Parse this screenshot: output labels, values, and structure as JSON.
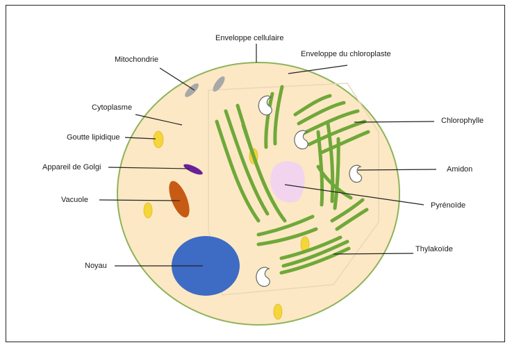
{
  "labels": {
    "enveloppe_cellulaire": "Enveloppe cellulaire",
    "enveloppe_chloroplaste": "Enveloppe du chloroplaste",
    "mitochondrie": "Mitochondrie",
    "cytoplasme": "Cytoplasme",
    "goutte_lipidique": "Goutte lipidique",
    "appareil_golgi": "Appareil de Golgi",
    "vacuole": "Vacuole",
    "noyau": "Noyau",
    "chlorophylle": "Chlorophylle",
    "amidon": "Amidon",
    "pyrenoide": "Pyrénoïde",
    "thylakoide": "Thylakoïde"
  },
  "colors": {
    "cytoplasm_fill": "#fce8c4",
    "cell_envelope": "#8db35a",
    "thylakoid": "#6fa83a",
    "nucleus": "#3e6bc4",
    "vacuole": "#c75b14",
    "golgi": "#6a1f9a",
    "mitochondria": "#a8a8a8",
    "lipid_droplet": "#f5d63a",
    "pyrenoid": "#f2d4ee",
    "chloroplast_outline": "#e8d8b8"
  }
}
